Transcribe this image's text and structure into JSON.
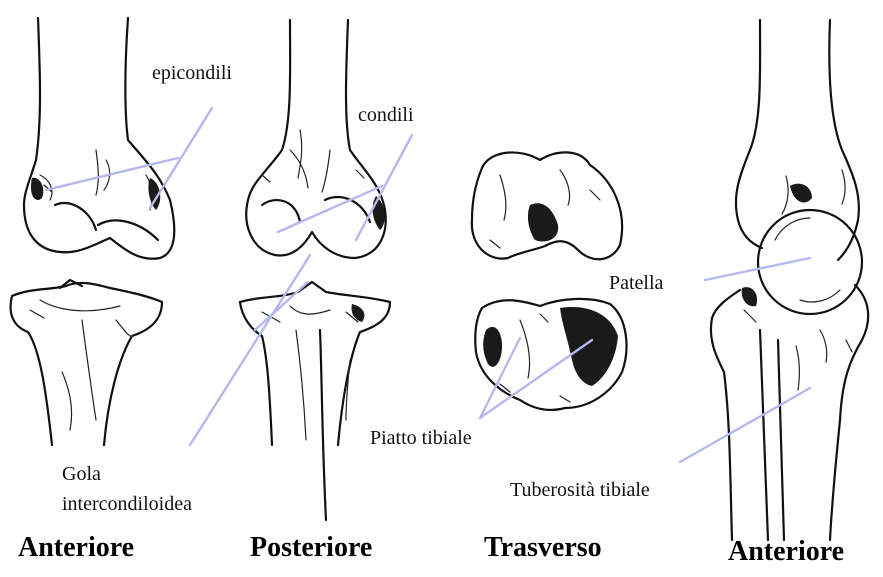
{
  "labels": {
    "epicondili": "epicondili",
    "condili": "condili",
    "gola_line1": "Gola",
    "gola_line2": "intercondiloidea",
    "patella": "Patella",
    "piatto_tibiale": "Piatto tibiale",
    "tuberosita_tibiale": "Tuberosità tibiale"
  },
  "views": {
    "anteriore_left": "Anteriore",
    "posteriore": "Posteriore",
    "trasverso": "Trasverso",
    "anteriore_right": "Anteriore"
  },
  "colors": {
    "leader_lines": "#b4b8ee",
    "ink": "#111111",
    "background": "#ffffff"
  }
}
